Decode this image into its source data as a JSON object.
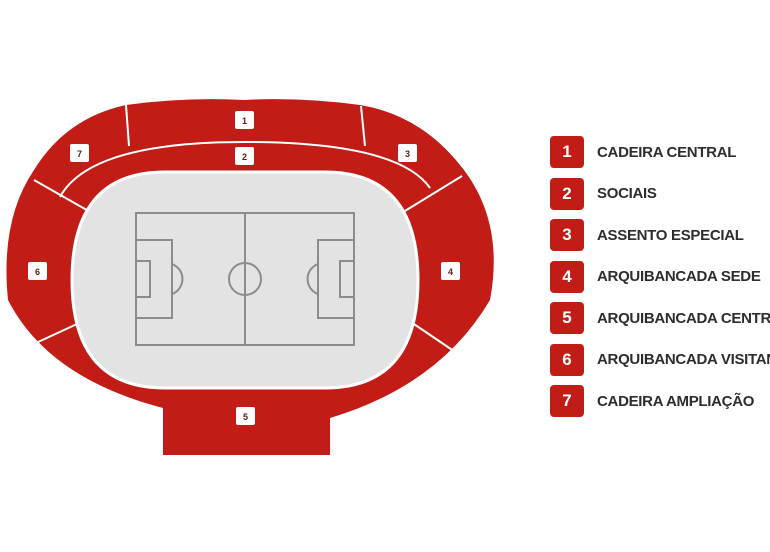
{
  "sections": [
    {
      "number": "1",
      "label": "CADEIRA CENTRAL"
    },
    {
      "number": "2",
      "label": "SOCIAIS"
    },
    {
      "number": "3",
      "label": "ASSENTO ESPECIAL"
    },
    {
      "number": "4",
      "label": "ARQUIBANCADA SEDE"
    },
    {
      "number": "5",
      "label": "ARQUIBANCADA CENTRAL"
    },
    {
      "number": "6",
      "label": "ARQUIBANCADA VISITANTE"
    },
    {
      "number": "7",
      "label": "CADEIRA AMPLIAÇÃO"
    }
  ],
  "colors": {
    "section_red": "#c21c17",
    "pitch_gray": "#e3e3e3",
    "pitch_line": "#8c8c8c",
    "label_text": "#2d2d2d"
  }
}
